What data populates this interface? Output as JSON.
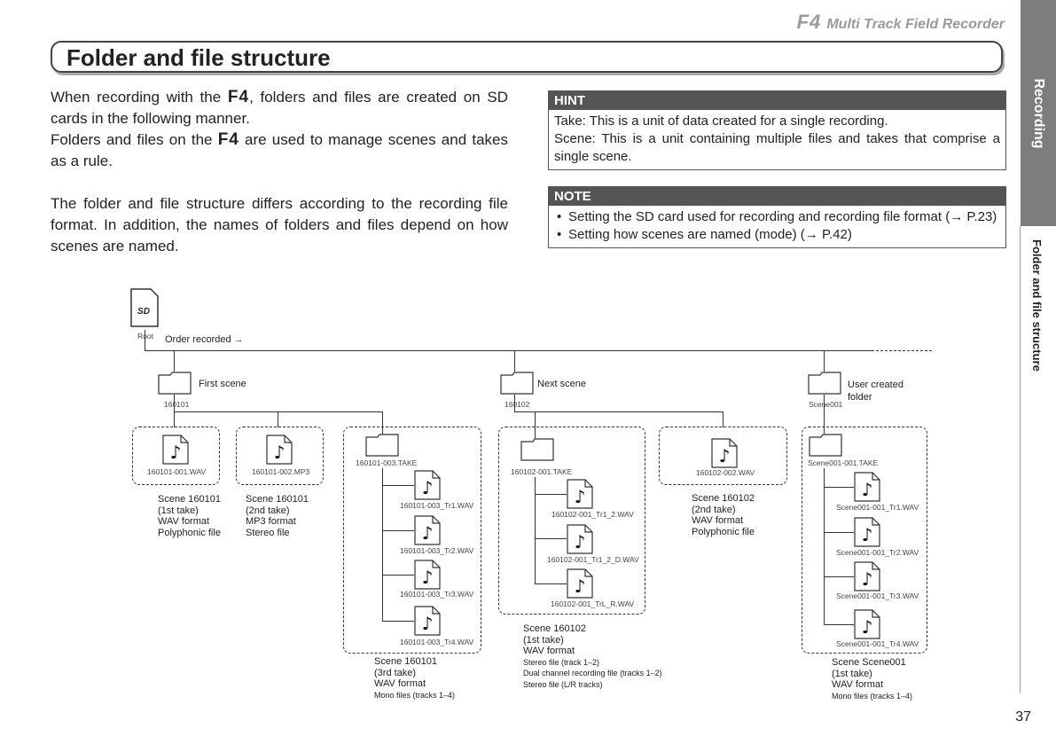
{
  "header": {
    "logo": "F4",
    "product": "Multi Track Field Recorder"
  },
  "side": {
    "tab": "Recording",
    "section": "Folder and file structure"
  },
  "page_number": "37",
  "title": "Folder and file structure",
  "intro": {
    "p1a": "When recording with the",
    "p1b": ", folders and files are created on SD cards in the following manner.",
    "p2a": "Folders and files on the",
    "p2b": "are used to manage scenes and takes as a rule.",
    "p3": "The folder and file structure differs according to the recording file format. In addition, the names of folders and files depend on how scenes are named."
  },
  "hint": {
    "header": "HINT",
    "take": "Take: This is a unit of data created for a single recording.",
    "scene": "Scene: This is a unit containing multiple files and takes that comprise a single scene."
  },
  "note": {
    "header": "NOTE",
    "item1": "Setting the SD card used for recording and recording file format (→ P.23)",
    "item2": "Setting how scenes are named (mode) (→ P.42)"
  },
  "diagram": {
    "sd_logo": "SD",
    "root": "Root",
    "order": "Order recorded →",
    "first_scene": "First scene",
    "next_scene": "Next scene",
    "user_folder_1": "User created",
    "user_folder_2": "folder",
    "f1": "160101",
    "f2": "160102",
    "f3": "Scene001",
    "files": {
      "a": "160101-001.WAV",
      "b": "160101-002.MP3",
      "c": "160101-003.TAKE",
      "c1": "160101-003_Tr1.WAV",
      "c2": "160101-003_Tr2.WAV",
      "c3": "160101-003_Tr3.WAV",
      "c4": "160101-003_Tr4.WAV",
      "d": "160102-001.TAKE",
      "d1": "160102-001_Tr1_2.WAV",
      "d2": "160102-001_Tr1_2_D.WAV",
      "d3": "160102-001_TrL_R.WAV",
      "e": "160102-002.WAV",
      "g": "Scene001-001.TAKE",
      "g1": "Scene001-001_Tr1.WAV",
      "g2": "Scene001-001_Tr2.WAV",
      "g3": "Scene001-001_Tr3.WAV",
      "g4": "Scene001-001_Tr4.WAV"
    },
    "captions": {
      "a": [
        "Scene 160101",
        "(1st take)",
        "WAV format",
        "Polyphonic file"
      ],
      "b": [
        "Scene 160101",
        "(2nd take)",
        "MP3 format",
        "Stereo file"
      ],
      "c": [
        "Scene 160101",
        "(3rd take)",
        "WAV format",
        "Mono files (tracks 1–4)"
      ],
      "d": [
        "Scene 160102",
        "(1st take)",
        "WAV format",
        "Stereo file (track 1–2)",
        "Dual channel recording file (tracks 1–2)",
        "Stereo file (L/R tracks)"
      ],
      "e": [
        "Scene 160102",
        "(2nd take)",
        "WAV format",
        "Polyphonic file"
      ],
      "g": [
        "Scene Scene001",
        "(1st take)",
        "WAV format",
        "Mono files (tracks 1–4)"
      ]
    }
  },
  "colors": {
    "tab": "#7d7d7d",
    "box_header": "#555555",
    "brand": "#9a9a9a"
  }
}
